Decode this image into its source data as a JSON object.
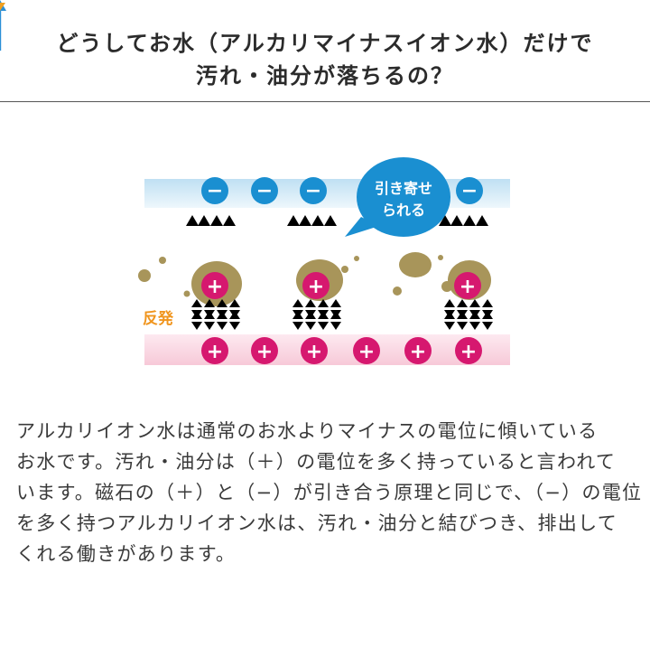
{
  "heading": {
    "line1": "どうしてお水（アルカリマイナスイオン水）だけで",
    "line2": "汚れ・油分が落ちるの？"
  },
  "diagram": {
    "minus_sign": "−",
    "plus_sign": "+",
    "bubble_line1": "引き寄せ",
    "bubble_line2": "られる",
    "repel_label": "反発",
    "colors": {
      "minus": "#1a8fd1",
      "plus": "#d6186f",
      "arrow_up": "#2a8fd6",
      "repel": "#f0a020",
      "dirt": "#a8955a",
      "top_band": "#d6ecf7",
      "bottom_band": "#fbe1ea",
      "repel_text": "#f0951e"
    }
  },
  "body": {
    "lines": [
      "アルカリイオン水は通常のお水よりマイナスの電位に傾いている",
      "お水です。汚れ・油分は（＋）の電位を多く持っていると言われて",
      "います。磁石の（＋）と（−）が引き合う原理と同じで、（−）の電位",
      "を多く持つアルカリイオン水は、汚れ・油分と結びつき、排出して",
      "くれる働きがあります。"
    ]
  }
}
